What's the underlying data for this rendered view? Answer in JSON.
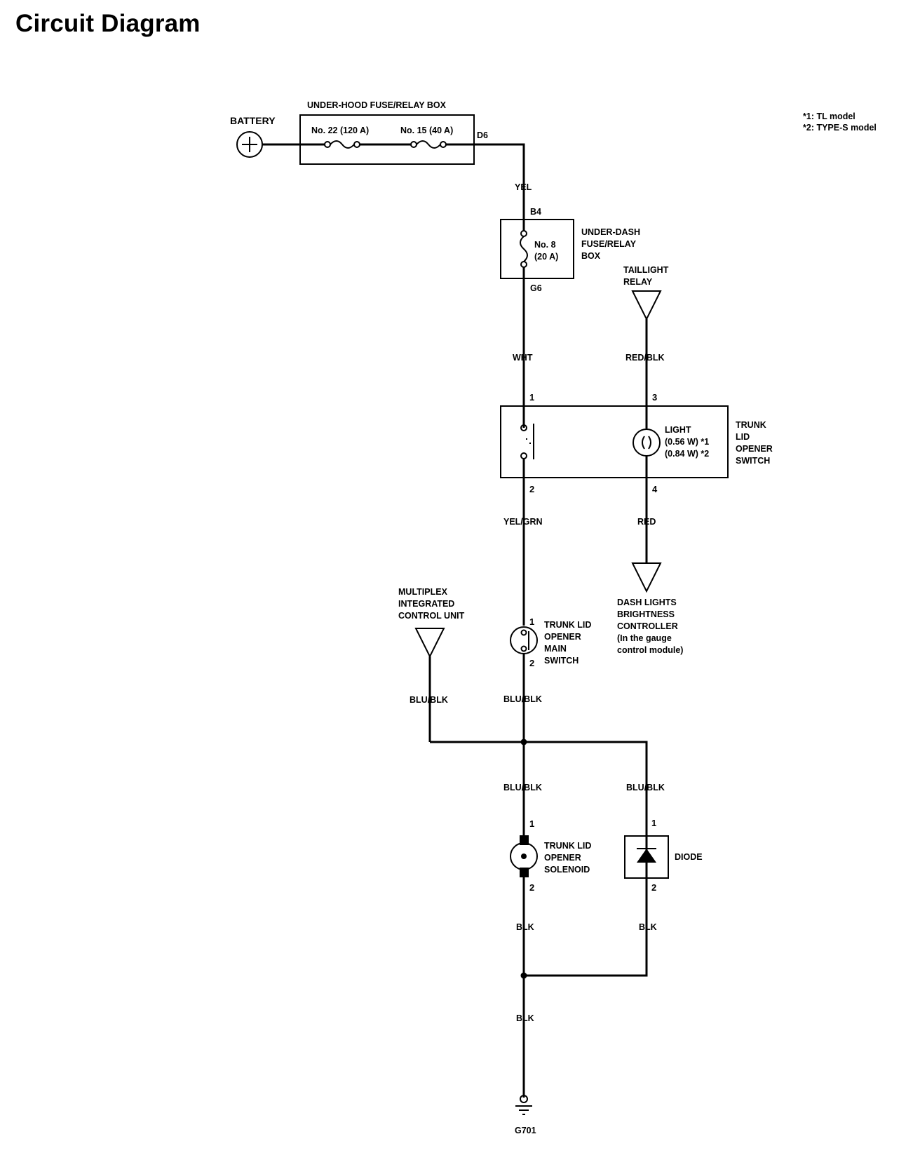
{
  "title": "Circuit Diagram",
  "notes": [
    "*1: TL model",
    "*2: TYPE-S model"
  ],
  "battery": {
    "label": "BATTERY"
  },
  "underhood_box": {
    "label": "UNDER-HOOD FUSE/RELAY BOX",
    "fuse1": "No. 22 (120 A)",
    "fuse2": "No. 15 (40 A)",
    "terminal": "D6"
  },
  "wire_yel": "YEL",
  "underdash_box": {
    "terminal_in": "B4",
    "fuse_line1": "No. 8",
    "fuse_line2": "(20 A)",
    "label_lines": [
      "UNDER-DASH",
      "FUSE/RELAY",
      "BOX"
    ],
    "terminal_out": "G6"
  },
  "wire_wht": "WHT",
  "taillight_relay": {
    "label_lines": [
      "TAILLIGHT",
      "RELAY"
    ]
  },
  "wire_red_blk": "RED/BLK",
  "opener_switch": {
    "pin1": "1",
    "pin2": "2",
    "pin3": "3",
    "pin4": "4",
    "light_lines": [
      "LIGHT",
      "(0.56 W) *1",
      "(0.84 W) *2"
    ],
    "label_lines": [
      "TRUNK",
      "LID",
      "OPENER",
      "SWITCH"
    ]
  },
  "wire_yel_grn": "YEL/GRN",
  "wire_red": "RED",
  "dash_lights": {
    "label_lines": [
      "DASH LIGHTS",
      "BRIGHTNESS",
      "CONTROLLER",
      "(In the gauge",
      "control module)"
    ]
  },
  "micu": {
    "label_lines": [
      "MULTIPLEX",
      "INTEGRATED",
      "CONTROL UNIT"
    ]
  },
  "main_switch": {
    "pin1": "1",
    "pin2": "2",
    "label_lines": [
      "TRUNK LID",
      "OPENER",
      "MAIN",
      "SWITCH"
    ]
  },
  "wire_blu_blk": "BLU/BLK",
  "solenoid": {
    "pin1": "1",
    "pin2": "2",
    "label_lines": [
      "TRUNK LID",
      "OPENER",
      "SOLENOID"
    ]
  },
  "diode": {
    "pin1": "1",
    "pin2": "2",
    "label": "DIODE"
  },
  "wire_blk": "BLK",
  "ground": {
    "label": "G701"
  }
}
